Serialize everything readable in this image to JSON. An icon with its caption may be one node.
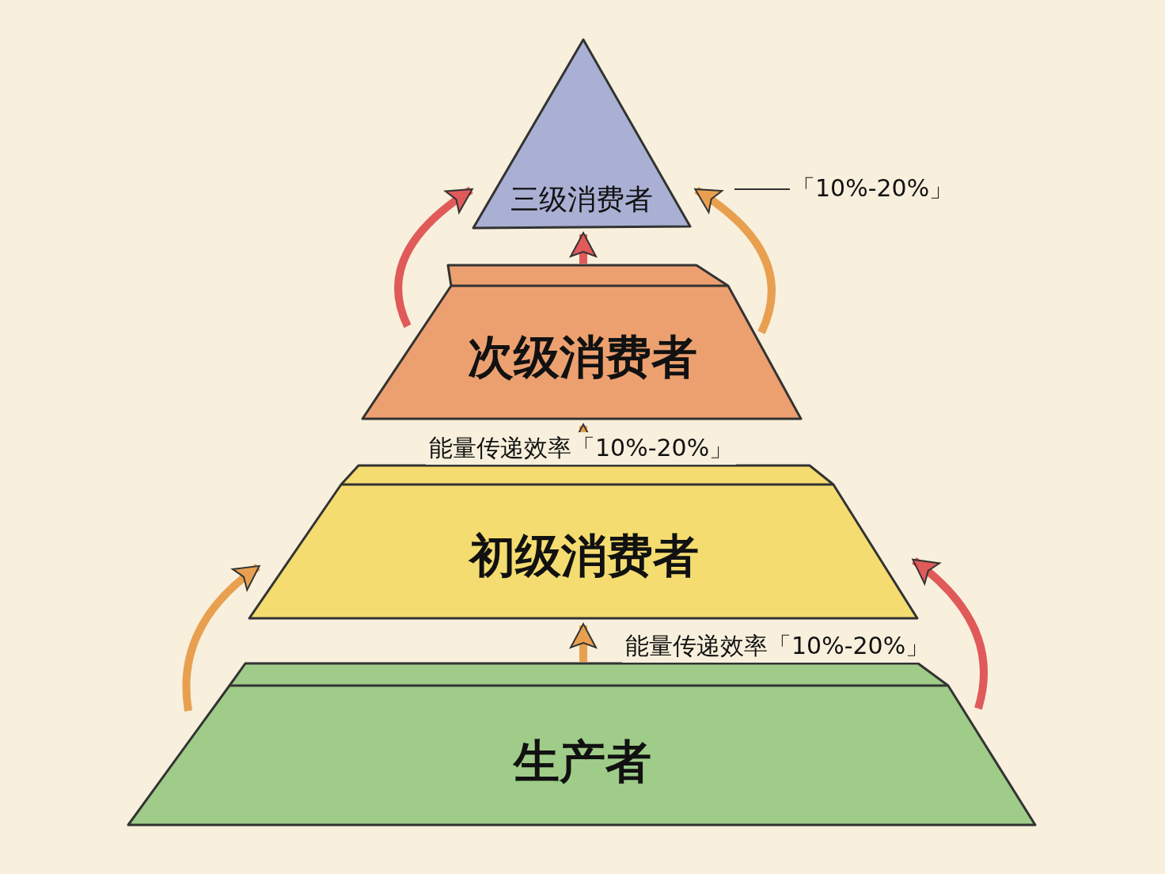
{
  "diagram": {
    "nodes": [
      {
        "text": [
          "三级消费者"
        ]
      },
      {
        "text": [
          "次级消费者"
        ]
      },
      {
        "text": [
          "初级消费者"
        ]
      },
      {
        "text": [
          "生产者"
        ]
      },
      {
        "text": [
          "「10%-20%」"
        ]
      }
    ],
    "edges": [
      {
        "from": 3,
        "to": 2,
        "arrow": "to",
        "label": "能量传递效率「10%-20%」"
      },
      {
        "from": 3,
        "to": 2,
        "arrow": "to"
      },
      {
        "from": 3,
        "to": 2,
        "arrow": "to",
        "color": "#e05a5a"
      },
      {
        "from": 2,
        "to": 1,
        "arrow": "to",
        "label": "能量传递效率「10%-20%」"
      },
      {
        "from": 1,
        "to": 0,
        "arrow": "to",
        "color": "#e05a5a"
      },
      {
        "from": 1,
        "to": 0,
        "arrow": "to",
        "color": "#e05a5a"
      },
      {
        "from": 1,
        "to": 0,
        "arrow": "to"
      },
      {
        "from": 4,
        "to": null,
        "arrow": "none",
        "color": "#333333"
      }
    ]
  }
}
